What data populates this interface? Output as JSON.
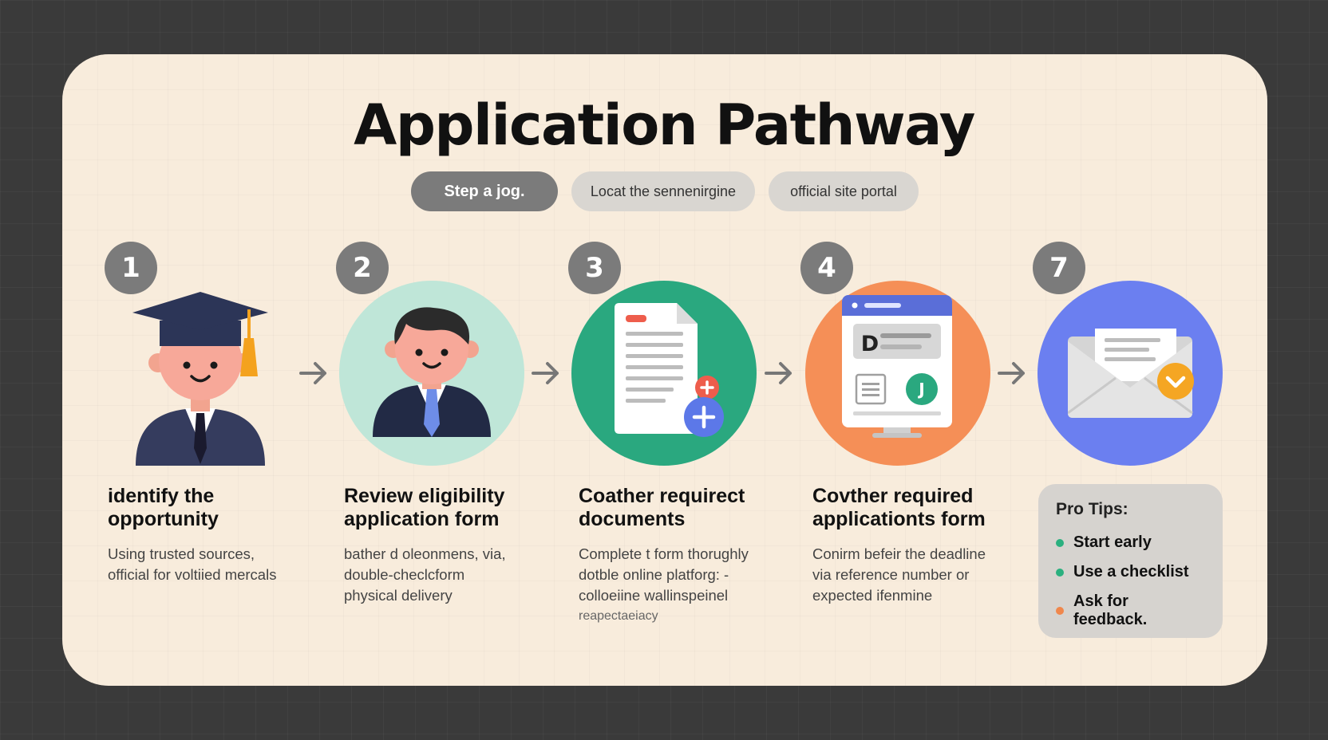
{
  "title": "Application Pathway",
  "pills": [
    "Step a jog.",
    "Locat the sennenirgine",
    "official site portal"
  ],
  "steps": [
    {
      "number": "1",
      "title_l1": "identify the",
      "title_l2": "opportunity",
      "desc": [
        "Using trusted sources,",
        "official for voltiied mercals"
      ]
    },
    {
      "number": "2",
      "title_l1": "Review eligibility",
      "title_l2": "application form",
      "desc": [
        "bather d oleonmens, via,",
        "double-checlcform",
        "physical delivery"
      ]
    },
    {
      "number": "3",
      "title_l1": "Coather requirect",
      "title_l2": "documents",
      "desc": [
        "Complete t form thorughly",
        "dotble online platforg: -",
        "colloeiine wallinspeinel",
        "reapectaeiacy"
      ]
    },
    {
      "number": "4",
      "title_l1": "Covther required",
      "title_l2": "applicationts form",
      "desc": [
        "Conirm befeir the deadline",
        "via reference number or",
        "expected ifenmine"
      ]
    },
    {
      "number": "7"
    }
  ],
  "icons": {
    "step1": "graduate-icon",
    "step2": "person-icon",
    "step3": "document-icon",
    "step4": "web-form-icon",
    "step5": "envelope-icon",
    "arrow": "arrow-right-icon"
  },
  "form_letters": {
    "d": "D",
    "j": "J"
  },
  "tips": {
    "title": "Pro Tips:",
    "items": [
      {
        "label": "Start early",
        "color": "#2bb07f"
      },
      {
        "label": "Use a checklist",
        "color": "#2bb07f"
      },
      {
        "label": "Ask for feedback.",
        "color": "#f0874c"
      }
    ]
  },
  "colors": {
    "card": "#f8ecdc",
    "step2_circle": "#bfe6d8",
    "step3_circle": "#2aa87f",
    "step4_circle": "#f58f57",
    "step5_circle": "#6b7ff0",
    "badge": "#7b7b7b"
  }
}
